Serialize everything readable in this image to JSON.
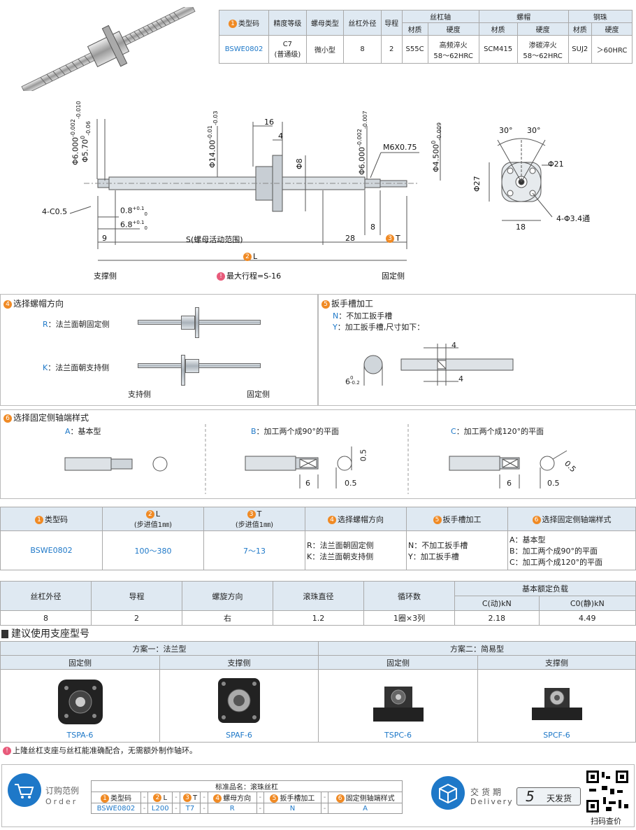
{
  "spec_table": {
    "headers": [
      "类型码",
      "精度等级",
      "螺母类型",
      "丝杠外径",
      "导程"
    ],
    "group_headers": [
      "丝杠轴",
      "螺帽",
      "钢珠"
    ],
    "sub_headers": [
      "材质",
      "硬度",
      "材质",
      "硬度",
      "材质",
      "硬度"
    ],
    "row": [
      "BSWE0802",
      "C7\n(普通级)",
      "微小型",
      "8",
      "2",
      "S55C",
      "高频淬火\n58～62HRC",
      "SCM415",
      "渗碳淬火\n58～62HRC",
      "SUJ2",
      "＞60HRC"
    ]
  },
  "drawing": {
    "dims": [
      "16",
      "4",
      "Φ14.00",
      "-0.01",
      "-0.03",
      "Φ8",
      "Φ6.000",
      "-0.002",
      "-0.007",
      "M6X0.75",
      "Φ4.500",
      "0",
      "-0.009",
      "Φ6.000",
      "-0.002",
      "-0.010",
      "Φ5.70",
      "0",
      "-0.06",
      "4-C0.5",
      "0.8",
      "+0.1",
      "0",
      "6.8",
      "+0.1",
      "0",
      "9",
      "S(螺母活动范围)",
      "28",
      "8",
      "L",
      "T",
      "支撑侧",
      "固定侧",
      "最大行程=S-16"
    ],
    "side_dims": [
      "30°",
      "30°",
      "Φ21",
      "Φ27",
      "18",
      "4-Φ3.4通"
    ]
  },
  "sec4": {
    "title": "选择螺帽方向",
    "r_code": "R",
    "r_label": "：法兰面朝固定侧",
    "k_code": "K",
    "k_label": "：法兰面朝支持侧",
    "left": "支持侧",
    "right": "固定侧"
  },
  "sec5": {
    "title": "扳手槽加工",
    "n_code": "N",
    "n_label": "：不加工扳手槽",
    "y_code": "Y",
    "y_label": "：加工扳手槽,尺寸如下：",
    "d1": "4",
    "d2": "4",
    "d3": "6",
    "d3sub": "0\n-0.2"
  },
  "sec6": {
    "title": "选择固定侧轴端样式",
    "a_code": "A",
    "a_label": "：基本型",
    "b_code": "B",
    "b_label": "：加工两个成90°的平面",
    "c_code": "C",
    "c_label": "：加工两个成120°的平面",
    "b_d1": "0.5",
    "b_d2": "6",
    "b_d3": "0.5",
    "c_d1": "0.5",
    "c_d2": "6",
    "c_d3": "0.5"
  },
  "sel_table": {
    "headers": [
      "类型码",
      "L",
      "(步进值1㎜)",
      "T",
      "(步进值1㎜)",
      "选择螺帽方向",
      "扳手槽加工",
      "选择固定侧轴端样式"
    ],
    "code": "BSWE0802",
    "l_range": "100～380",
    "t_range": "7～13",
    "dir": [
      "R：法兰面朝固定侧",
      "K：法兰面朝支持侧"
    ],
    "wrench": [
      "N：不加工扳手槽",
      "Y：加工扳手槽"
    ],
    "end": [
      "A：基本型",
      "B：加工两个成90°的平面",
      "C：加工两个成120°的平面"
    ]
  },
  "load_table": {
    "headers": [
      "丝杠外径",
      "导程",
      "螺旋方向",
      "滚珠直径",
      "循环数",
      "基本额定负载"
    ],
    "sub": [
      "C(动)kN",
      "C0(静)kN"
    ],
    "row": [
      "8",
      "2",
      "右",
      "1.2",
      "1圈×3列",
      "2.18",
      "4.49"
    ]
  },
  "support": {
    "title": "建议使用支座型号",
    "plan1": "方案一：法兰型",
    "plan2": "方案二：简易型",
    "cols": [
      "固定侧",
      "支撑侧",
      "固定侧",
      "支撑侧"
    ],
    "models": [
      "TSPA-6",
      "SPAF-6",
      "TSPC-6",
      "SPCF-6"
    ],
    "note": "上隆丝杠支座与丝杠能准确配合，无需额外制作轴环。"
  },
  "order": {
    "label_cn": "订购范例",
    "label_en": "Order",
    "title": "标准品名：滚珠丝杠",
    "headers": [
      "类型码",
      "L",
      "T",
      "螺母方向",
      "扳手槽加工",
      "固定侧轴端样式"
    ],
    "values": [
      "BSWE0802",
      "L200",
      "T7",
      "R",
      "N",
      "A"
    ],
    "delivery_cn": "交货期",
    "delivery_en": "Delivery",
    "days": "5",
    "days_label": "天发货",
    "qr_label": "扫码查价"
  },
  "colors": {
    "accent": "#f08a24",
    "blue": "#1e78c8",
    "header": "#dfe9f2"
  }
}
